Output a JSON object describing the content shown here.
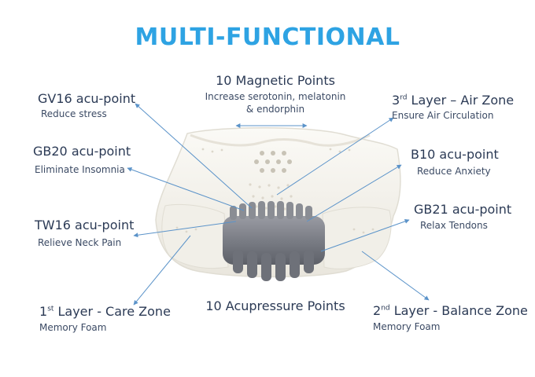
{
  "title": "MULTI-FUNCTIONAL",
  "labels": {
    "gv16": {
      "name": "GV16 acu-point",
      "desc": "Reduce stress"
    },
    "gb20": {
      "name": "GB20 acu-point",
      "desc": "Eliminate Insomnia"
    },
    "tw16": {
      "name": "TW16 acu-point",
      "desc": "Relieve Neck Pain"
    },
    "layer1": {
      "num": "1",
      "suffix": "st",
      "rest": " Layer - Care Zone",
      "desc": "Memory Foam"
    },
    "magnetic": {
      "name": "10 Magnetic Points",
      "desc_line1": "Increase serotonin, melatonin",
      "desc_line2": "& endorphin"
    },
    "acupressure": {
      "name": "10 Acupressure Points"
    },
    "layer3": {
      "num": "3",
      "suffix": "rd",
      "rest": " Layer – Air Zone",
      "desc": "Ensure Air Circulation"
    },
    "b10": {
      "name": "B10 acu-point",
      "desc": "Reduce Anxiety"
    },
    "gb21": {
      "name": "GB21 acu-point",
      "desc": "Relax Tendons"
    },
    "layer2": {
      "num": "2",
      "suffix": "nd",
      "rest": " Layer - Balance Zone",
      "desc": "Memory Foam"
    }
  },
  "colors": {
    "title": "#2ea3e3",
    "text": "#2b3a55",
    "arrow": "#5b93c9",
    "pillow": "#f3f1eb",
    "roller": "#7d8088"
  }
}
